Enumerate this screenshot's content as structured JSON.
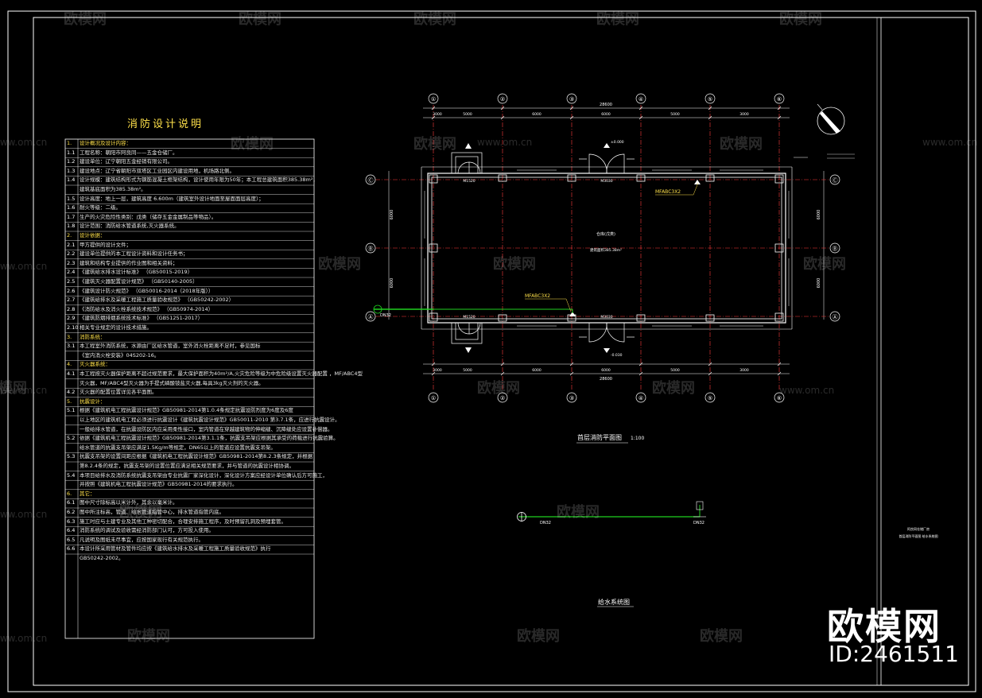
{
  "notes": {
    "title": "消防设计说明",
    "rows": [
      {
        "n": "1.",
        "t": "设计概况及设计内容：",
        "head": true
      },
      {
        "n": "1.1",
        "t": "工程名称：朝阳市阿良同——五金仓储厂。"
      },
      {
        "n": "1.2",
        "t": "建设单位：辽宁朝阳五金经销有限公司。"
      },
      {
        "n": "1.3",
        "t": "建设地点：辽宁省朝阳市双塔区工业园区内建设用地，机场路北侧。"
      },
      {
        "n": "1.4",
        "t": "设计规模：建筑结构形式为钢筋混凝土框架结构，设计使用年限为50年；本工程总建筑面积385.38m²，"
      },
      {
        "n": "",
        "t": "建筑基底面积为385.38m²。",
        "cont": true
      },
      {
        "n": "1.5",
        "t": "设计高度：地上一层，建筑高度 6.600m（建筑室外设计地面至屋面面层高度）；"
      },
      {
        "n": "1.6",
        "t": "耐火等级：二级。"
      },
      {
        "n": "1.7",
        "t": "生产的火灾危险性类别：戊类（储存五金金属制品等物品）。"
      },
      {
        "n": "1.8",
        "t": "设计范围：消防给水管道系统,灭火器系统。"
      },
      {
        "n": "2.",
        "t": "设计依据：",
        "head": true
      },
      {
        "n": "2.1",
        "t": "甲方提供的设计文件；"
      },
      {
        "n": "2.2",
        "t": "建设单位提供的本工程设计资料和设计任务书；"
      },
      {
        "n": "2.3",
        "t": "建筑和结构专业提供的作业图和相关资料；"
      },
      {
        "n": "2.4",
        "t": "《建筑给水排水设计标准》              （GB50015-2019）"
      },
      {
        "n": "2.5",
        "t": "《建筑灭火器配置设计规范》            （GB50140-2005）"
      },
      {
        "n": "2.6",
        "t": "《建筑设计防火规范》        （GB50016-2014（2018年版））"
      },
      {
        "n": "2.7",
        "t": "《建筑给排水及采暖工程施工质量验收规范》      （GB50242-2002）"
      },
      {
        "n": "2.8",
        "t": "《消防给水及消火栓系统技术规范》       （GB50974-2014）"
      },
      {
        "n": "2.9",
        "t": "《建筑防烟排烟系统技术标准》         （GB51251-2017）"
      },
      {
        "n": "2.10",
        "t": "相关专业规定的设计技术措施。"
      },
      {
        "n": "3.",
        "t": "消防系统：",
        "head": true
      },
      {
        "n": "3.1",
        "t": "本工程室外消防系统，水源由厂区给水管道，室外消火栓距离不足时，参见国标"
      },
      {
        "n": "",
        "t": "《室内消火栓安装》04S202-16。",
        "cont": true
      },
      {
        "n": "4.",
        "t": "灭火器系统：",
        "head": true
      },
      {
        "n": "4.1",
        "t": "本工程按灭火器保护距离不超过规范要求，最大保护面积为40m²/A,火灾危险等级为中危险级设置灭火器配置 ，MF/ABC4型"
      },
      {
        "n": "",
        "t": "灭火器，MF/ABC4型灭火器为手提式磷酸铵盐灭火器,每具3kg灭火剂的灭火器。",
        "cont": true
      },
      {
        "n": "4.2",
        "t": "灭火器的配置位置详见各平面图。"
      },
      {
        "n": "5.",
        "t": "抗震设计：",
        "head": true
      },
      {
        "n": "5.1",
        "t": "根据《建筑机电工程抗震设计规范》GB50981-2014第1.0.4条规定抗震设防烈度为6度及6度"
      },
      {
        "n": "",
        "t": "以上地区的建筑机电工程必须进行抗震设计《建筑抗震设计规范》GB50011-2010 第3.7.1条，应进行抗震设计。",
        "cont": true
      },
      {
        "n": "",
        "t": "一般给排水管道，在抗震设防区内应采用柔性接口，室内管道在穿越建筑物的伸缩缝、沉降缝处应设置补偿器。",
        "cont": true
      },
      {
        "n": "5.2",
        "t": "依据《建筑机电工程抗震设计规范》GB50981-2014第3.1.1条，抗震支吊架应根据其承受的荷载进行抗震验算。"
      },
      {
        "n": "",
        "t": "给水管道的抗震支吊架应满足1.5Kg/m等规定，DN65以上的管道应设置抗震支吊架。",
        "cont": true
      },
      {
        "n": "5.3",
        "t": "抗震支吊架的设置间距应根据《建筑机电工程抗震设计规范》GB50981-2014第8.2.3条规定，并根据"
      },
      {
        "n": "",
        "t": "第8.2.4条的规定，抗震支吊架的设置位置应满足相关规范要求，并与管道的抗震设计相协调。",
        "cont": true
      },
      {
        "n": "5.4",
        "t": "本项目给排水及消防系统抗震支吊架由专业抗震厂家深化设计，深化设计方案应经设计单位确认后方可施工，"
      },
      {
        "n": "",
        "t": "并按照《建筑机电工程抗震设计规范》GB50981-2014的要求执行。",
        "cont": true
      },
      {
        "n": "6.",
        "t": "其它：",
        "head": true
      },
      {
        "n": "6.1",
        "t": "图中尺寸除标高以米计外，其余以毫米计。"
      },
      {
        "n": "6.2",
        "t": "图中所注标高，管道、给水管道指管中心，排水管道指管内底。"
      },
      {
        "n": "6.3",
        "t": "施工时应与土建专业及其他工种密切配合，合理安排施工程序，及时预留孔洞及预埋套管。"
      },
      {
        "n": "6.4",
        "t": "消防系统的调试及验收需经消防部门认可，方可投入使用。"
      },
      {
        "n": "6.5",
        "t": "凡说明及图纸未尽事宜，应按国家现行有关规范执行。"
      },
      {
        "n": "6.6",
        "t": "本设计所采用管材及管件均应按《建筑给水排水及采暖工程施工质量验收规范》执行"
      },
      {
        "n": "",
        "t": "GB50242-2002。",
        "cont": true
      }
    ]
  },
  "plan": {
    "col_labels": [
      "①",
      "②",
      "③",
      "④",
      "⑤",
      "⑥"
    ],
    "row_labels": [
      "Ⓐ",
      "Ⓑ",
      "Ⓒ"
    ],
    "total_dim": "28600",
    "bay_dims": [
      "3000",
      "5000",
      "6000",
      "6000",
      "5000",
      "3000"
    ],
    "right_dims": [
      "6000",
      "6000"
    ],
    "title": "首层消防平面图",
    "scale": "1:100",
    "pipe_label_1": "MFABC3X2",
    "pipe_label_2": "MFABC3X2",
    "room_label": "仓库(戊类)",
    "room_area": "建筑面积385.38m²",
    "door_tag_1": "M1520",
    "door_tag_2": "M1520",
    "door_tag_3": "M3030",
    "door_tag_4": "M3030",
    "pipe_dn_1": "DN32",
    "level_1": "±0.000",
    "level_2": "-0.030"
  },
  "system": {
    "title": "给水系统图",
    "dn_left": "DN32",
    "dn_right": "DN32"
  },
  "title_block": {
    "line1": "阿良同仓储厂房",
    "line2": "首层消防平面图  给水系统图"
  },
  "watermark": {
    "brand": "欧模网",
    "url": "www.om.cn",
    "id": "ID:2461511"
  },
  "colors": {
    "frame": "#ffffff",
    "axis": "#ff3b3b",
    "pipe": "#1fd11f",
    "text_head": "#ffe14a",
    "dims": "#ffffff"
  }
}
